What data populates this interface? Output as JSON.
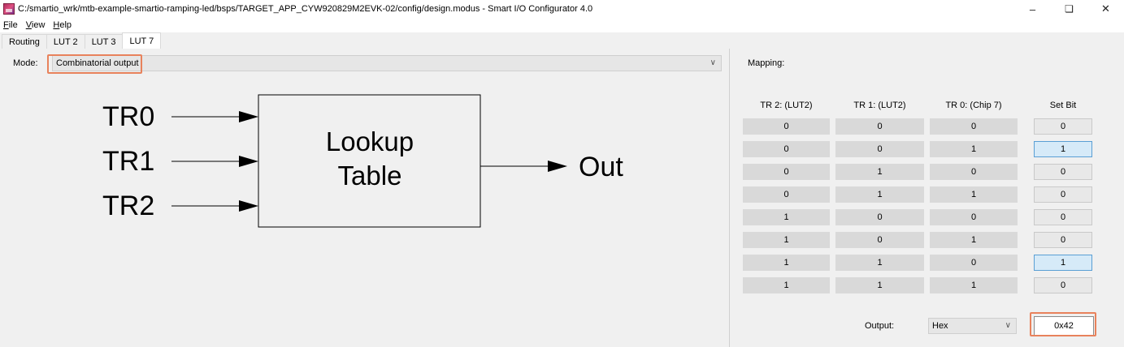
{
  "window": {
    "title": "C:/smartio_wrk/mtb-example-smartio-ramping-led/bsps/TARGET_APP_CYW920829M2EVK-02/config/design.modus - Smart I/O Configurator 4.0",
    "minimize": "–",
    "maximize": "❏",
    "close": "✕"
  },
  "menu": {
    "file_u": "F",
    "file_rest": "ile",
    "view_u": "V",
    "view_rest": "iew",
    "help_u": "H",
    "help_rest": "elp"
  },
  "tabs": [
    "Routing",
    "LUT 2",
    "LUT 3",
    "LUT 7"
  ],
  "active_tab": "LUT 7",
  "mode": {
    "label": "Mode:",
    "value": "Combinatorial output",
    "chevron": "∨"
  },
  "diagram": {
    "inputs": [
      "TR0",
      "TR1",
      "TR2"
    ],
    "box_line1": "Lookup",
    "box_line2": "Table",
    "output": "Out"
  },
  "mapping": {
    "label": "Mapping:",
    "headers": [
      "TR 2:  (LUT2)",
      "TR 1:  (LUT2)",
      "TR 0:  (Chip 7)",
      "Set Bit"
    ],
    "rows": [
      [
        "0",
        "0",
        "0",
        "0"
      ],
      [
        "0",
        "0",
        "1",
        "1"
      ],
      [
        "0",
        "1",
        "0",
        "0"
      ],
      [
        "0",
        "1",
        "1",
        "0"
      ],
      [
        "1",
        "0",
        "0",
        "0"
      ],
      [
        "1",
        "0",
        "1",
        "0"
      ],
      [
        "1",
        "1",
        "0",
        "1"
      ],
      [
        "1",
        "1",
        "1",
        "0"
      ]
    ],
    "output_label": "Output:",
    "output_format": "Hex",
    "output_value": "0x42"
  },
  "colors": {
    "highlight": "#e8825c",
    "bit_on": "#d6eaf8",
    "bit_on_border": "#5a9fd4"
  }
}
